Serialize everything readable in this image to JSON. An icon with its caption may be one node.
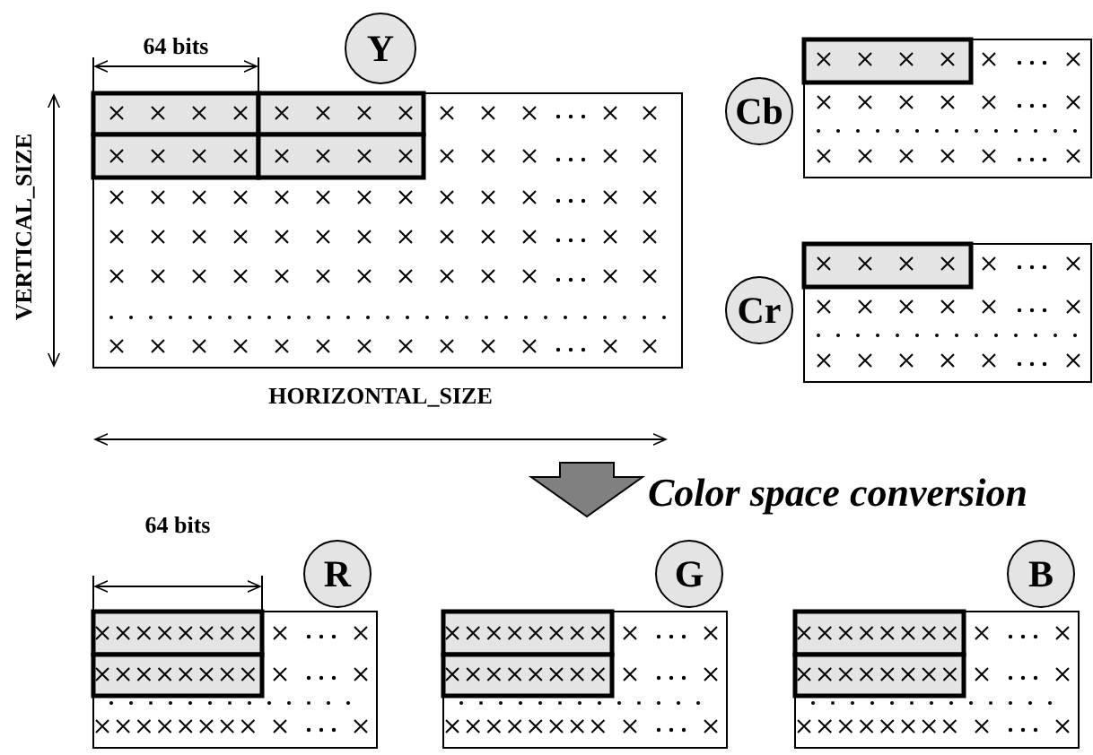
{
  "diagram": {
    "nodes": [
      {
        "text": [
          "Y"
        ]
      },
      {
        "text": [
          "Cb"
        ]
      },
      {
        "text": [
          "Cr"
        ]
      },
      {
        "text": [
          "R"
        ]
      },
      {
        "text": [
          "G"
        ]
      },
      {
        "text": [
          "B"
        ]
      }
    ],
    "labels": [
      "64 bits",
      "VERTICAL_SIZE",
      "HORIZONTAL_SIZE",
      "Color space conversion",
      "64 bits"
    ]
  }
}
